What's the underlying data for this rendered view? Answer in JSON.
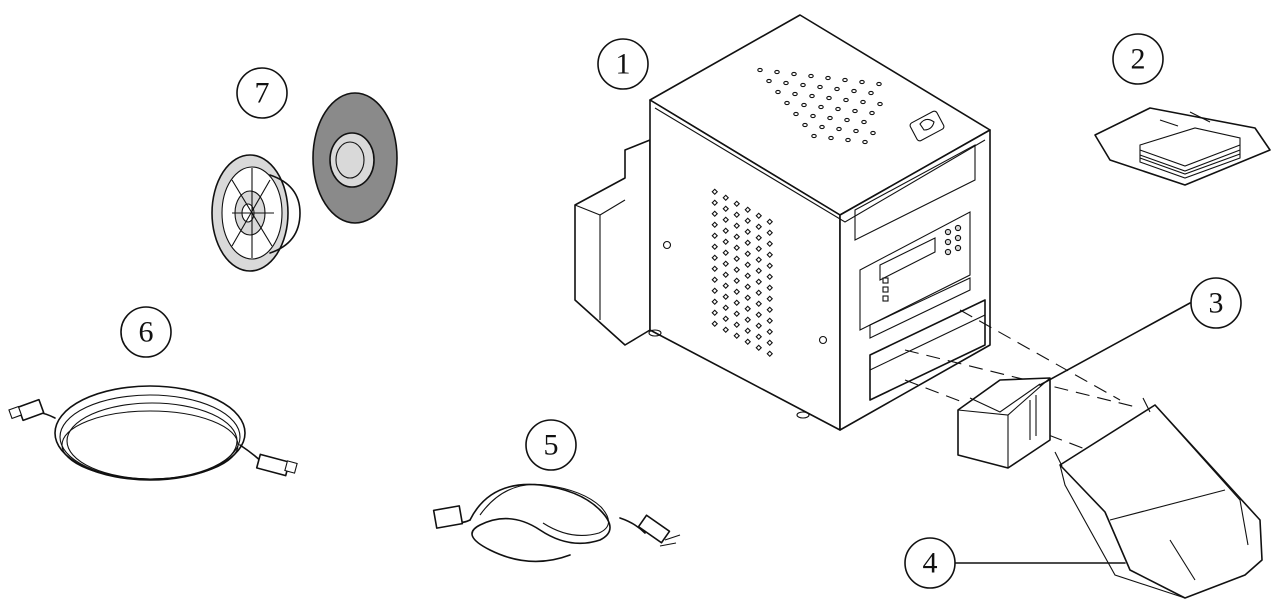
{
  "figure": {
    "callouts": [
      {
        "id": "printer",
        "label": "1"
      },
      {
        "id": "paper-pack",
        "label": "2"
      },
      {
        "id": "paper-guide",
        "label": "3"
      },
      {
        "id": "output-tray",
        "label": "4"
      },
      {
        "id": "power-cord",
        "label": "5"
      },
      {
        "id": "usb-cable",
        "label": "6"
      },
      {
        "id": "spool-flanges",
        "label": "7"
      }
    ]
  }
}
